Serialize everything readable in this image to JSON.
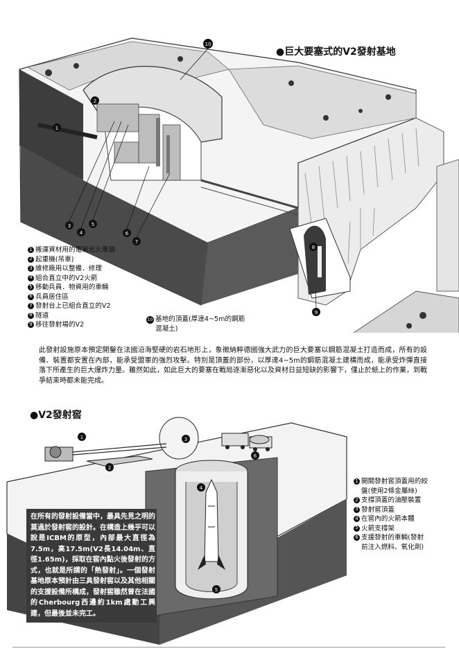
{
  "section1": {
    "title": "●巨大要塞式的V2發射基地"
  },
  "legend1": [
    {
      "n": "1",
      "text": "搬運資材用的電氣化火車頭"
    },
    {
      "n": "2",
      "text": "起重機(吊車)"
    },
    {
      "n": "3",
      "text": "維修廠用以整備．修理"
    },
    {
      "n": "4",
      "text": "組合直立中的V2火箭"
    },
    {
      "n": "5",
      "text": "移動兵員．物資用的車輛"
    },
    {
      "n": "6",
      "text": "兵員居住區"
    },
    {
      "n": "7",
      "text": "發射台上已組合直立的V2"
    },
    {
      "n": "8",
      "text": "隧道"
    },
    {
      "n": "9",
      "text": "移往發射場的V2"
    }
  ],
  "legend10": {
    "n": "10",
    "text": "基地的頂蓋(厚達4~5m的鋼筋混凝土)"
  },
  "paragraph": "此發射設施原本預定開鑿在法國沿海堅硬的岩石地形上，象徵納粹德國強大武力的巨大要塞以鋼筋混凝土打造而成，所有的設備、裝置都安置在內部，能承受盟軍的強烈攻擊。特別是頂蓋的部份，以厚達4~5m的鋼筋混凝土建構而成，能承受炸彈直接落下所產生的巨大爆炸力量。雖然如此，如此巨大的要塞在戰局逐漸惡化以及資材日益短缺的影響下，僅止於紙上的作業，到戰爭結束時都未能完成。",
  "section2": {
    "title": "●V2發射窖"
  },
  "darkbox": "在所有的發射設備當中，最具先見之明的莫過於發射窖的設計。在構造上幾乎可以說是ICBM的原型，內部最大直徑為7.5m，高17.5m(V2長14.04m、直徑1.65m)，採取在窖內點火後發射的方式，也就是所謂的「熱發射」。一個發射基地原本預計由三具發射窖以及其他相關的支援設備所構成，發射窖雖然曾在法國的Cherbourg西邊約1km處動工興建，但最後並未完工。",
  "legend3": [
    {
      "n": "1",
      "text": "開關發射窖頂蓋用的絞盤(使用2條金屬絲)"
    },
    {
      "n": "2",
      "text": "支撐頂蓋的油壓裝置"
    },
    {
      "n": "3",
      "text": "發射窖頂蓋"
    },
    {
      "n": "4",
      "text": "在窖內的火箭本體"
    },
    {
      "n": "5",
      "text": "火箭支撐架"
    },
    {
      "n": "6",
      "text": "支援發射的車輛(發射前注入燃料、氧化劑)"
    }
  ],
  "callouts1": [
    "1",
    "2",
    "3",
    "4",
    "5",
    "6",
    "7",
    "8",
    "9",
    "10"
  ],
  "callouts2": [
    "1",
    "2",
    "3",
    "4",
    "5",
    "6"
  ],
  "callout3": "1"
}
